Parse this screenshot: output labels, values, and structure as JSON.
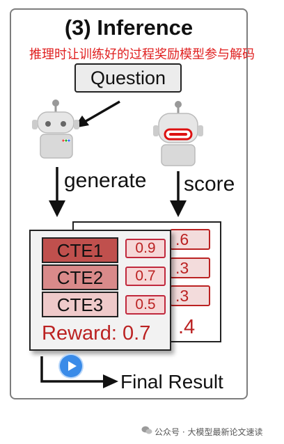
{
  "title": "(3) Inference",
  "subtitle": "推理时让训练好的过程奖励模型参与解码",
  "question_label": "Question",
  "generate_label": "generate",
  "score_label": "score",
  "front_card": {
    "rows": [
      {
        "label": "CTE1",
        "score": "0.9",
        "color": "#c0504d"
      },
      {
        "label": "CTE2",
        "score": "0.7",
        "color": "#d98a8a"
      },
      {
        "label": "CTE3",
        "score": "0.5",
        "color": "#efcaca"
      }
    ],
    "reward": "Reward: 0.7"
  },
  "back_card": {
    "scores": [
      ".6",
      ".3",
      ".3"
    ],
    "reward": ".4"
  },
  "final_result_label": "Final Result",
  "watermark": "公众号 · 大模型最新论文速读",
  "colors": {
    "accent_red": "#b22222",
    "subtitle_red": "#e02020",
    "play_blue": "#3a8be8"
  }
}
